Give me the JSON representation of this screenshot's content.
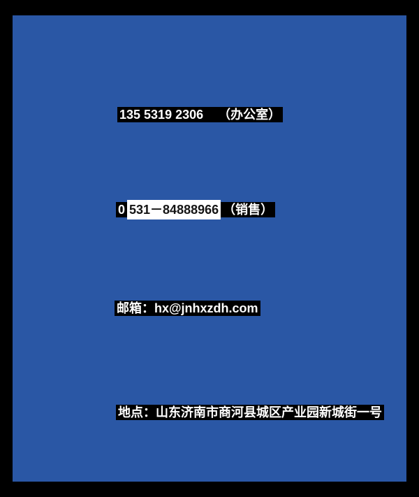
{
  "page": {
    "bg_outer": "#000000",
    "bg_inner": "#2a57a5",
    "highlight_bg": "#000000",
    "selection_bg": "#ffffff",
    "text_color": "#ffffff"
  },
  "contact": {
    "office_phone": "135 5319 2306",
    "office_gap": "　",
    "office_label": "（办公室）",
    "sales_prefix": "0",
    "sales_number": "531－84888966",
    "sales_label": "（销售）",
    "email_line": "邮箱：hx@jnhxzdh.com",
    "address_line": "地点：山东济南市商河县城区产业园新城街一号"
  }
}
